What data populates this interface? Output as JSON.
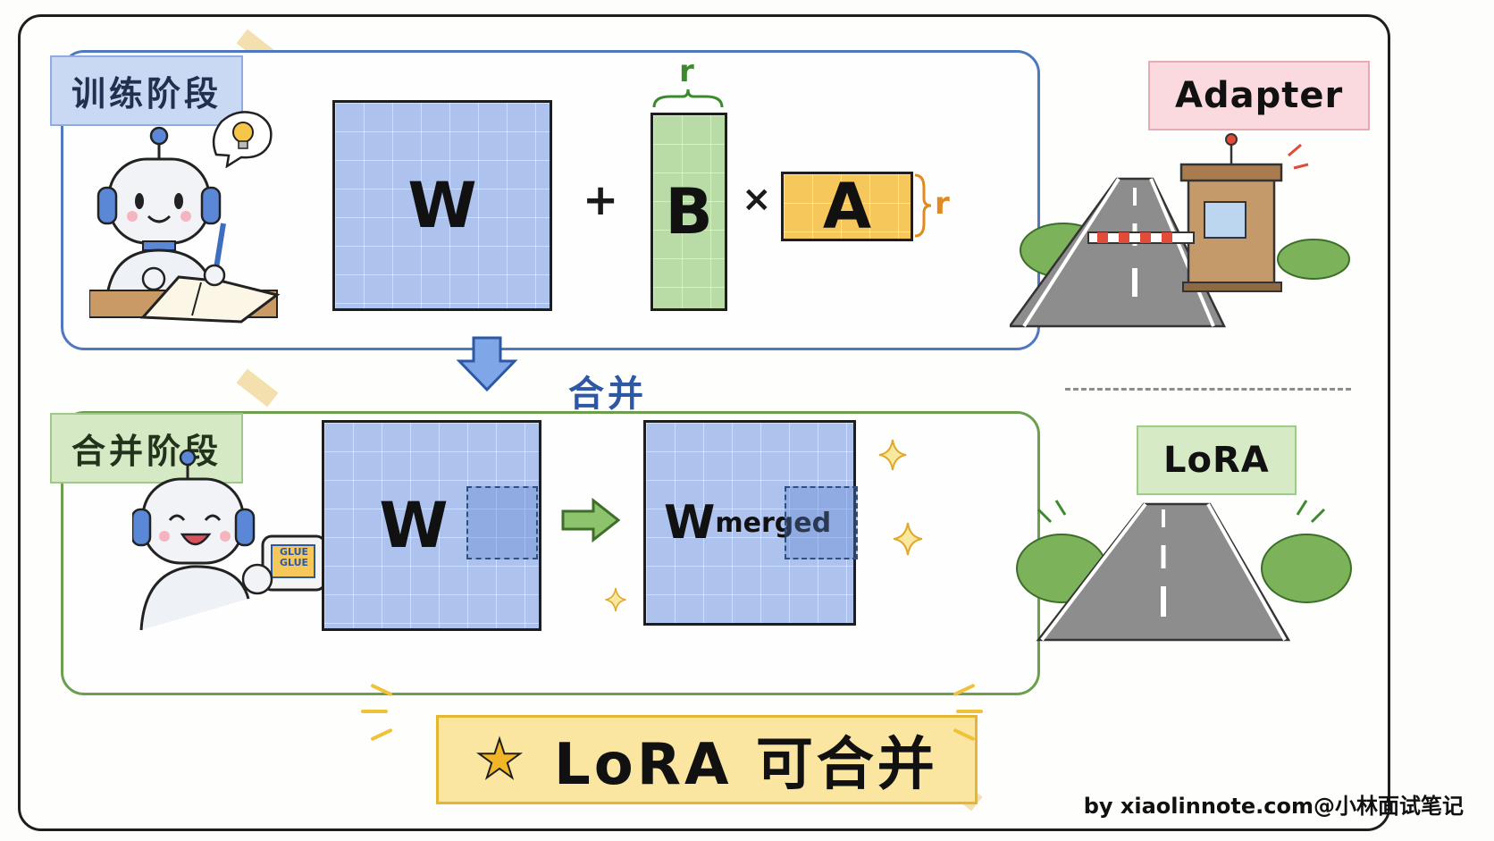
{
  "stages": {
    "training_label": "训练阶段",
    "merge_label": "合并阶段"
  },
  "training": {
    "w_label": "W",
    "plus_sign": "+",
    "b_label": "B",
    "times_sign": "×",
    "a_label": "A",
    "rank_top": "r",
    "rank_side": "r"
  },
  "merge_arrow_text": "合并",
  "merging": {
    "w_label": "W",
    "merged_main": "W",
    "merged_sub": "merged",
    "glue_label_1": "GLUE",
    "glue_label_2": "GLUE"
  },
  "banner": {
    "text": "LoRA 可合并",
    "star_icon": "star-icon"
  },
  "comparison": {
    "adapter_label": "Adapter",
    "lora_label": "LoRA"
  },
  "credit": "by xiaolinnote.com@小林面试笔记",
  "colors": {
    "training_border": "#4f78bf",
    "merge_border": "#6c9f4d",
    "matrix_blue": "#aec2ee",
    "matrix_green": "#b9dca6",
    "matrix_orange": "#f6c85c",
    "banner_fill": "#fae6a0",
    "arrow_blue": "#4f7fd0",
    "arrow_green": "#79b25c"
  }
}
